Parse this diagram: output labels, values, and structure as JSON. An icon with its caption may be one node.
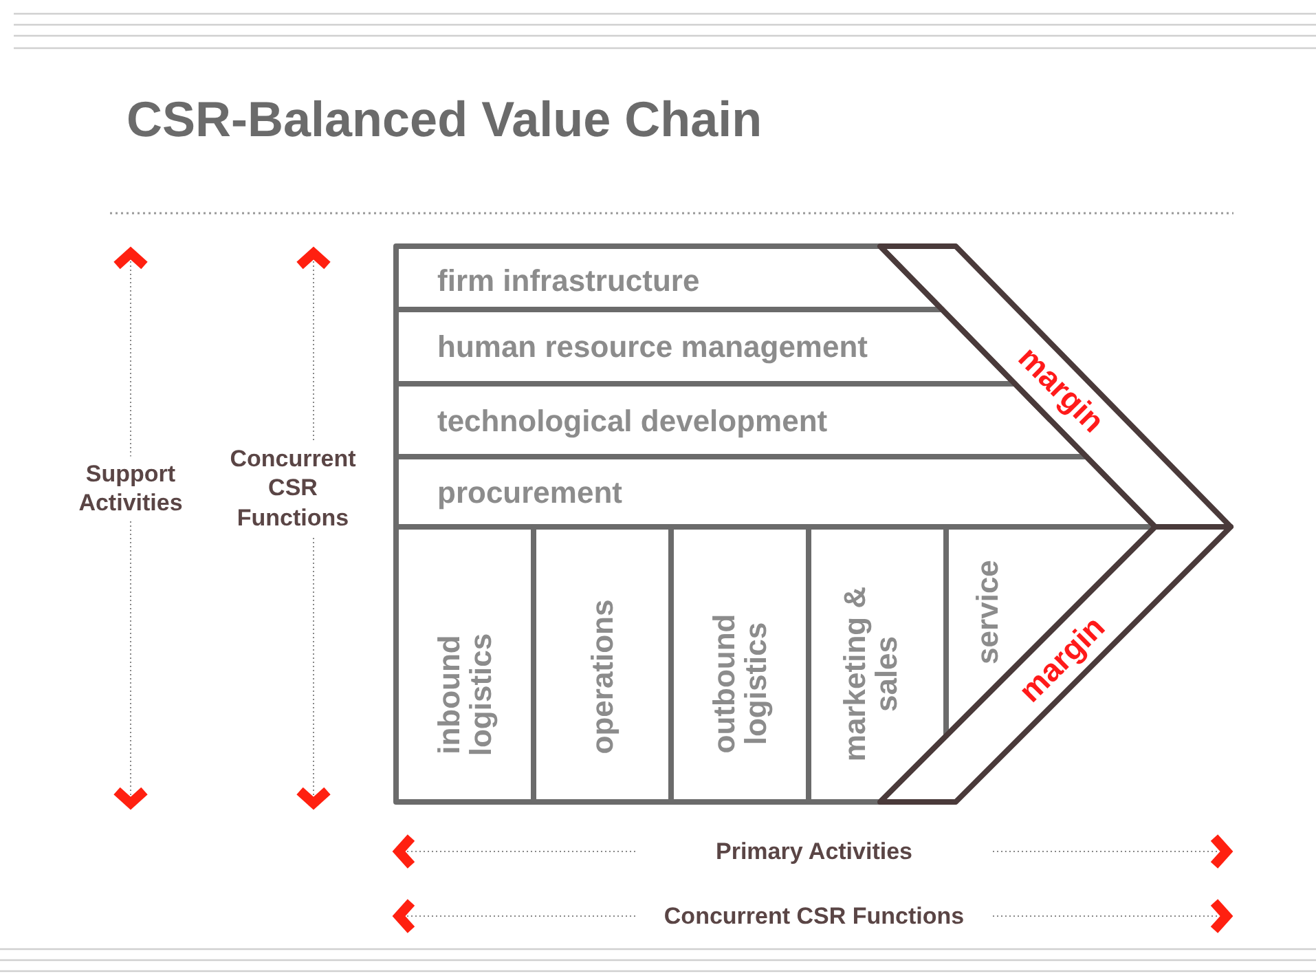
{
  "diagram": {
    "title": "CSR-Balanced Value Chain",
    "nodes": [
      {
        "text": [
          "firm infrastructure"
        ]
      },
      {
        "text": [
          "human resource management"
        ]
      },
      {
        "text": [
          "technological development"
        ]
      },
      {
        "text": [
          "procurement"
        ]
      },
      {
        "text": [
          "inbound logistics"
        ]
      },
      {
        "text": [
          "operations"
        ]
      },
      {
        "text": [
          "outbound logistics"
        ]
      },
      {
        "text": [
          "marketing & sales"
        ]
      },
      {
        "text": [
          "service"
        ]
      },
      {
        "text": [
          "margin"
        ]
      },
      {
        "text": [
          "margin"
        ]
      }
    ],
    "labels": [
      "Support Activities",
      "Concurrent CSR Functions",
      "Primary Activities",
      "Concurrent CSR Functions"
    ]
  }
}
